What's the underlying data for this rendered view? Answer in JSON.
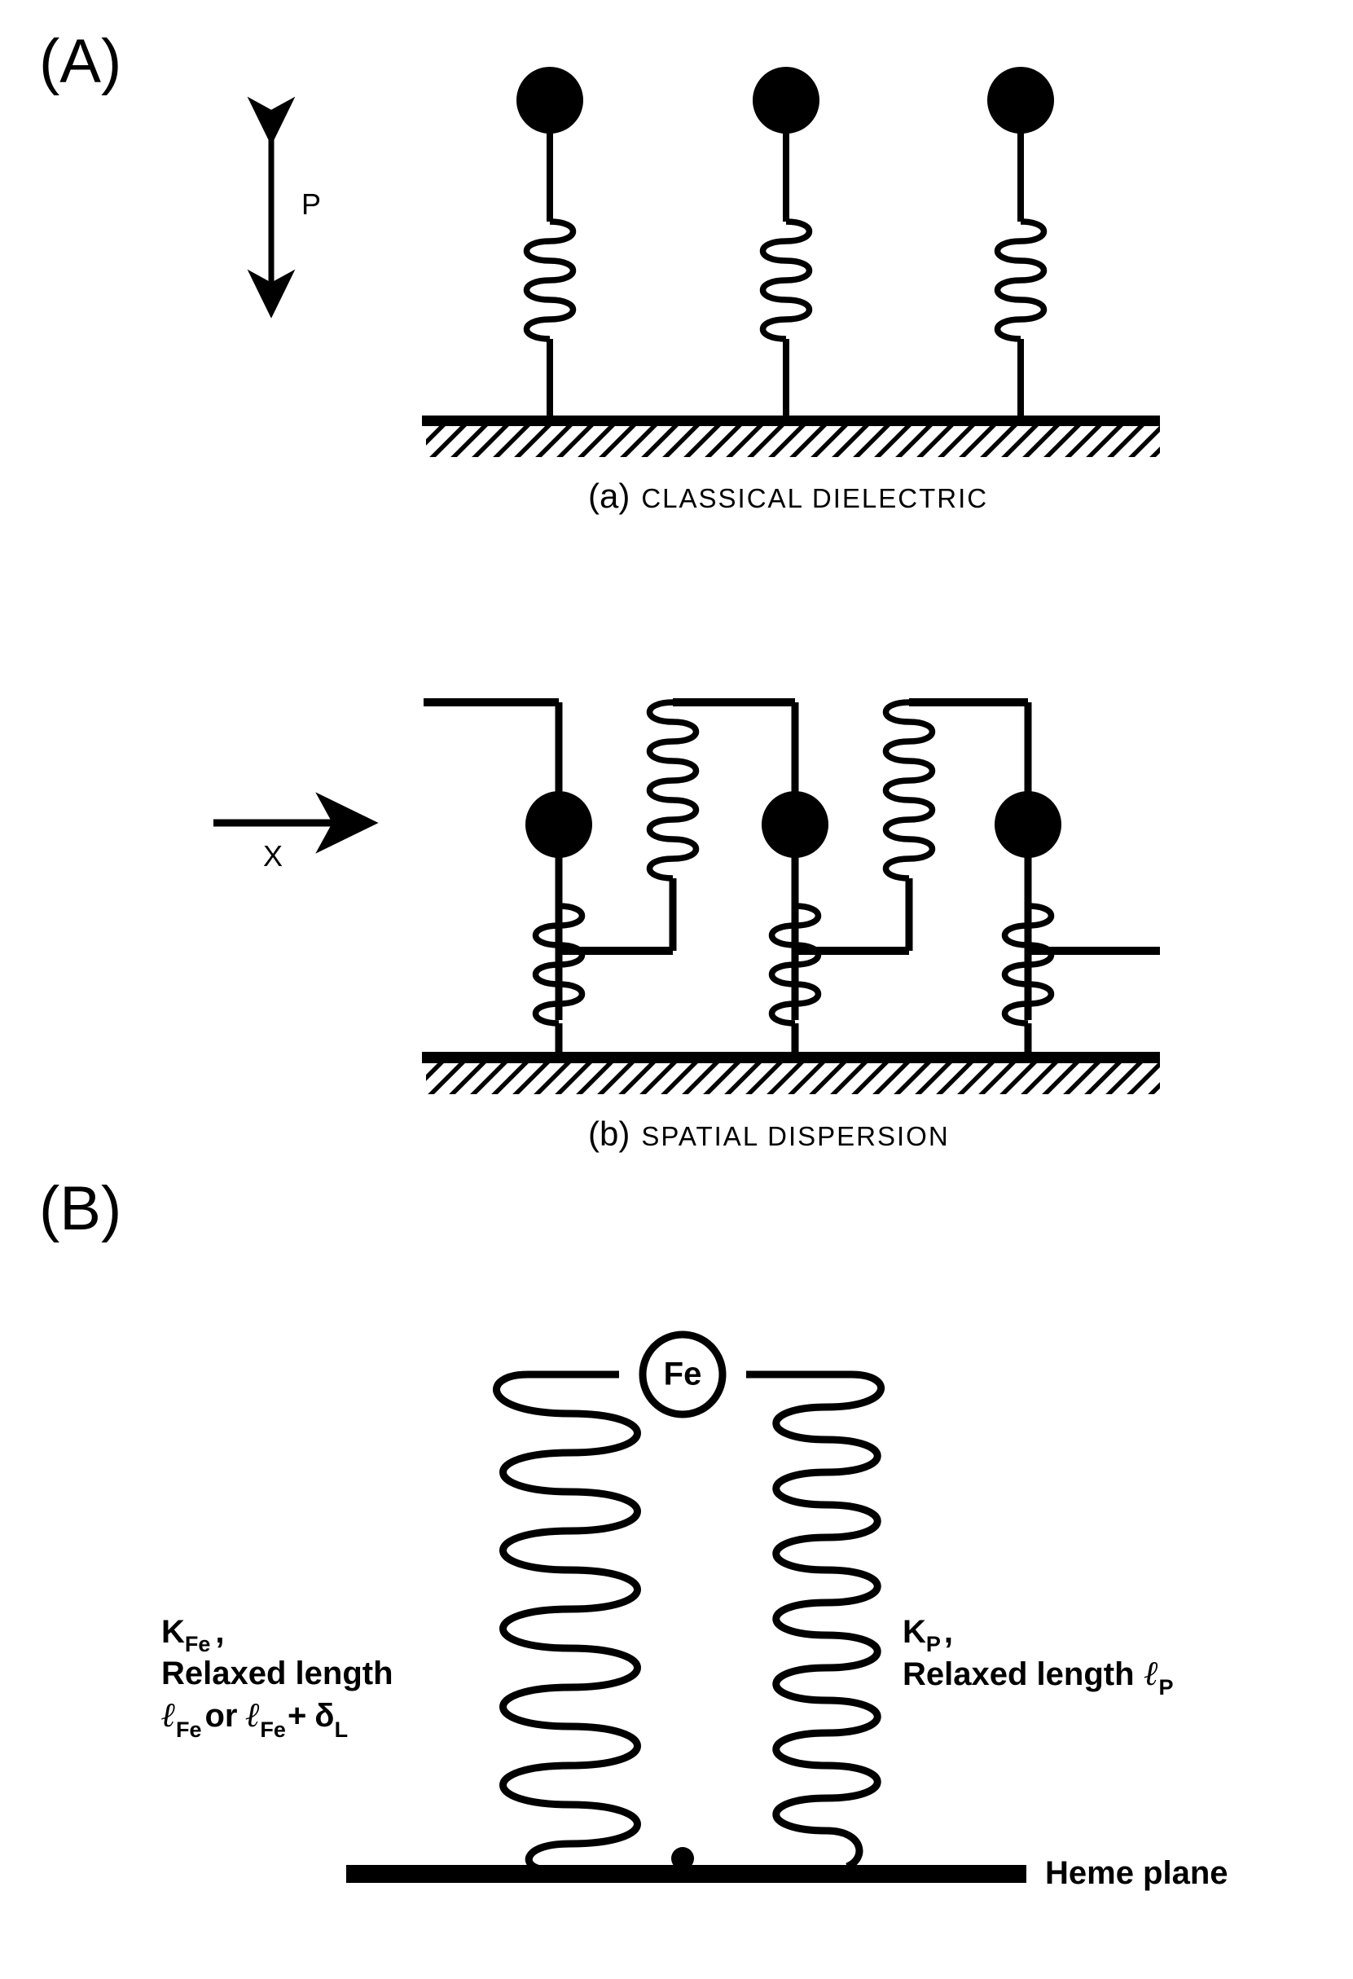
{
  "figure": {
    "type": "scientific-schematic",
    "background_color": "#ffffff",
    "ink_color": "#000000",
    "panels": [
      {
        "id": "A",
        "label": "(A)",
        "subpanels": [
          {
            "id": "a",
            "paren_label": "(a)",
            "caption": "CLASSICAL DIELECTRIC",
            "axis_arrow": {
              "label": "P",
              "direction": "vertical-double"
            },
            "oscillator_count": 3,
            "description": "three independent mass-on-spring oscillators anchored to hatched ground"
          },
          {
            "id": "b",
            "paren_label": "(b)",
            "caption": "SPATIAL DISPERSION",
            "axis_arrow": {
              "label": "X",
              "direction": "horizontal-right"
            },
            "oscillator_count": 3,
            "coupling_spring_count": 2,
            "description": "three oscillators anchored to hatched ground, nearest-neighbour coupling springs"
          }
        ]
      },
      {
        "id": "B",
        "label": "(B)",
        "node_label": "Fe",
        "left_label": {
          "line1_k": "K",
          "line1_sub": "Fe",
          "line1_comma": ",",
          "line2": "Relaxed length",
          "line3_l1": "ℓ",
          "line3_sub1": "Fe",
          "line3_or": "or",
          "line3_l2": "ℓ",
          "line3_sub2": "Fe",
          "line3_plus": "+",
          "line3_delta": "δ",
          "line3_delta_sub": "L"
        },
        "right_label": {
          "line1_k": "K",
          "line1_sub": "P",
          "line1_comma": ",",
          "line2": "Relaxed length",
          "line2_l": "ℓ",
          "line2_sub": "P"
        },
        "baseline_label": "Heme plane",
        "springs": [
          {
            "name": "Fe-spring",
            "position": "left",
            "coil_turns": 12,
            "stiffness_symbol": "K_Fe"
          },
          {
            "name": "P-spring",
            "position": "right",
            "coil_turns": 14,
            "stiffness_symbol": "K_P"
          }
        ]
      }
    ]
  }
}
